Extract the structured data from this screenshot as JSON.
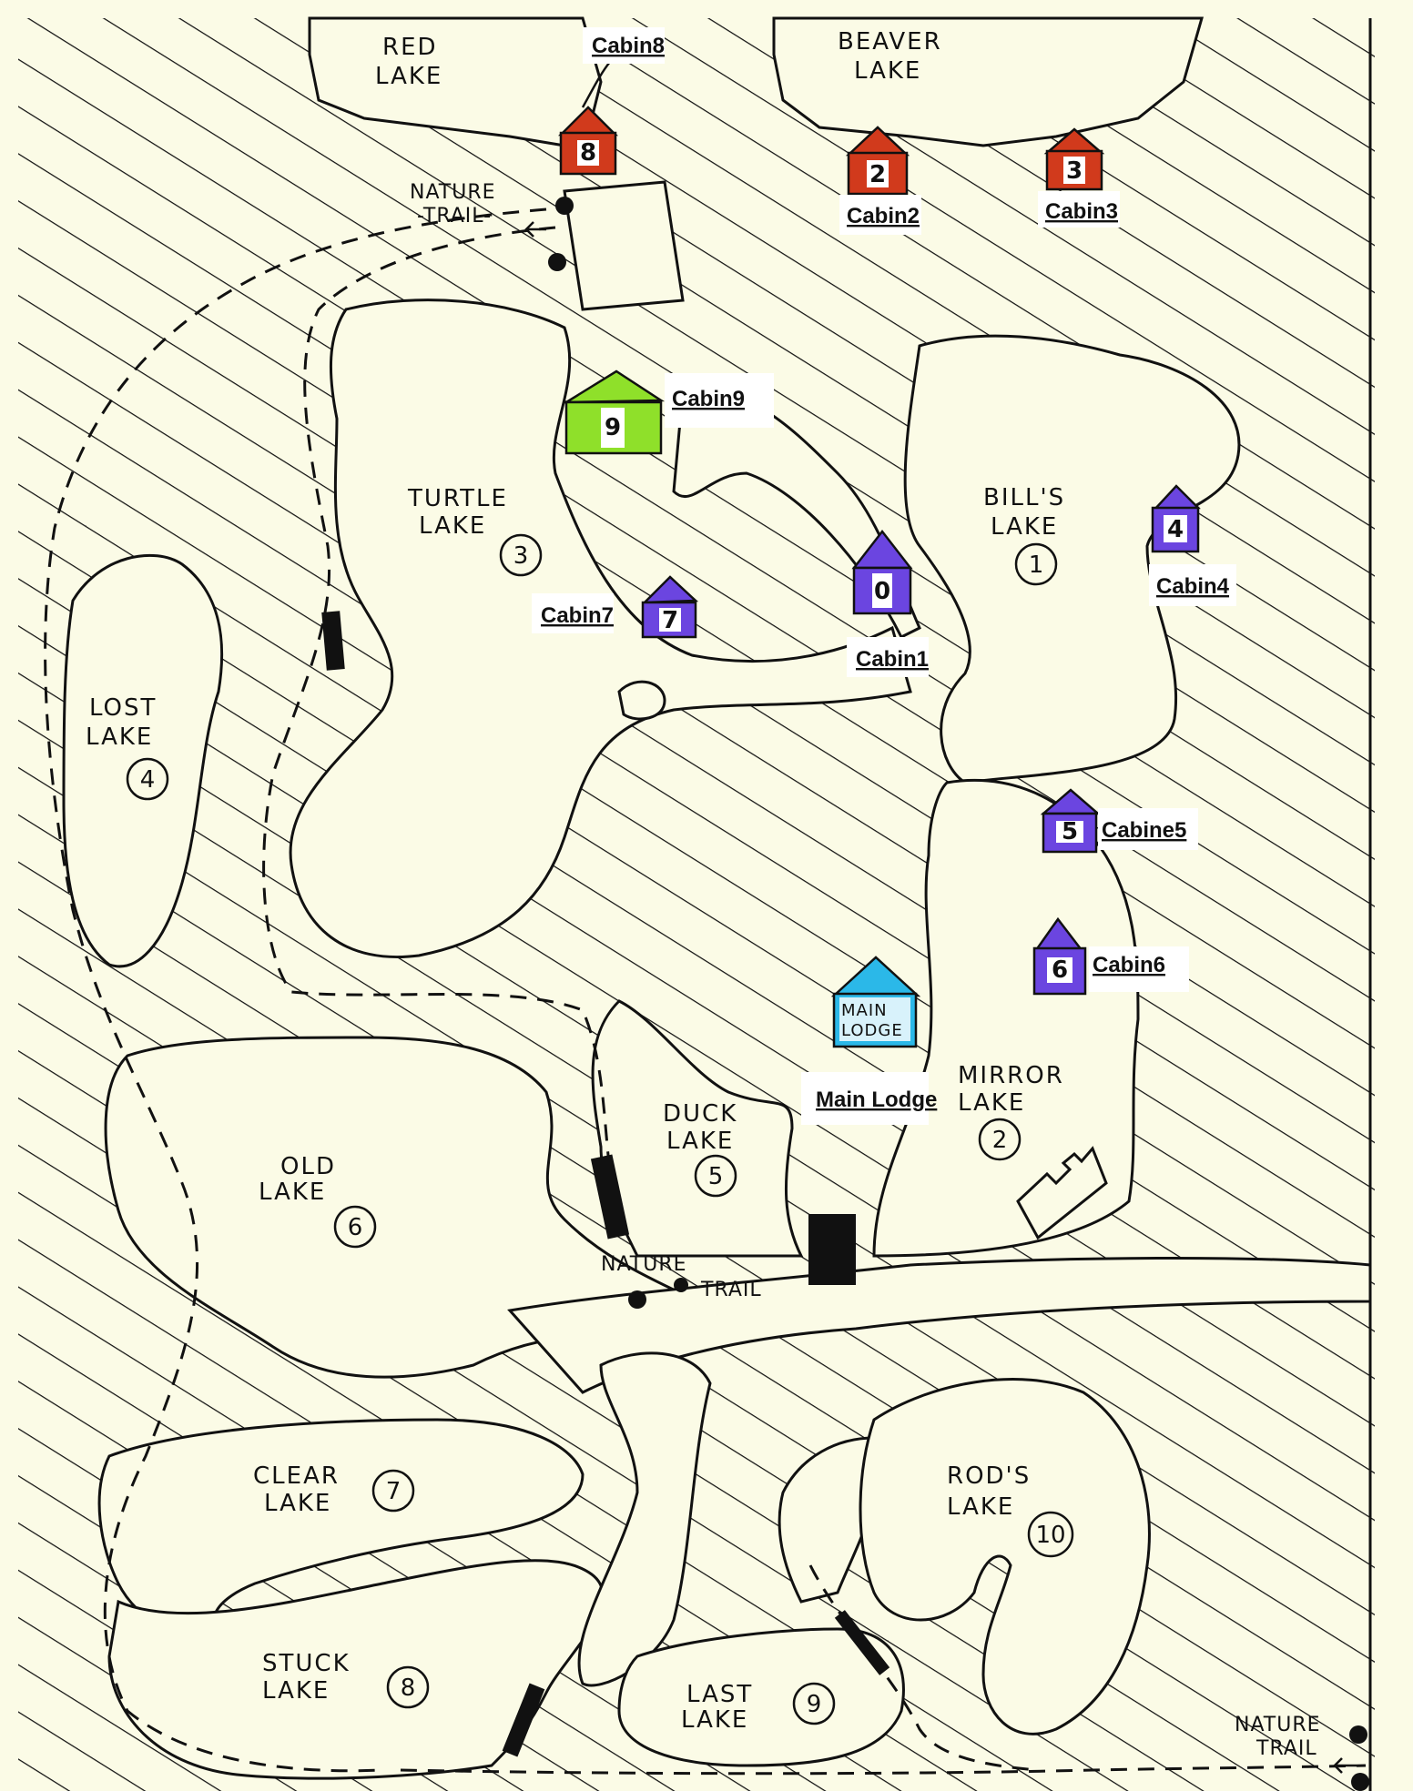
{
  "map": {
    "type": "hand-drawn campground lake map",
    "colors": {
      "background": "#fbfbe6",
      "land_hatch": "#111111",
      "cabin_red": "#d13a1c",
      "cabin_purple": "#6b45e0",
      "cabin_green": "#8fe02a",
      "cabin_lodge": "#2bb8e8",
      "label_bg": "#ffffff"
    },
    "lakes": [
      {
        "id": "red",
        "line1": "RED",
        "line2": "LAKE",
        "number": ""
      },
      {
        "id": "beaver",
        "line1": "BEAVER",
        "line2": "LAKE",
        "number": ""
      },
      {
        "id": "bills",
        "line1": "BILL'S",
        "line2": "LAKE",
        "number": "1"
      },
      {
        "id": "mirror",
        "line1": "MIRROR",
        "line2": "LAKE",
        "number": "2"
      },
      {
        "id": "turtle",
        "line1": "TURTLE",
        "line2": "LAKE",
        "number": "3"
      },
      {
        "id": "lost",
        "line1": "LOST",
        "line2": "LAKE",
        "number": "4"
      },
      {
        "id": "duck",
        "line1": "DUCK",
        "line2": "LAKE",
        "number": "5"
      },
      {
        "id": "old",
        "line1": "OLD",
        "line2": "LAKE",
        "number": "6"
      },
      {
        "id": "clear",
        "line1": "CLEAR",
        "line2": "LAKE",
        "number": "7"
      },
      {
        "id": "stuck",
        "line1": "STUCK",
        "line2": "LAKE",
        "number": "8"
      },
      {
        "id": "last",
        "line1": "LAST",
        "line2": "LAKE",
        "number": "9"
      },
      {
        "id": "rods",
        "line1": "ROD'S",
        "line2": "LAKE",
        "number": "10"
      }
    ],
    "cabins": [
      {
        "id": "cabin8",
        "label": "Cabin8",
        "icon_text": "8",
        "color": "red"
      },
      {
        "id": "cabin2",
        "label": "Cabin2",
        "icon_text": "2",
        "color": "red"
      },
      {
        "id": "cabin3",
        "label": "Cabin3",
        "icon_text": "3",
        "color": "red"
      },
      {
        "id": "cabin9",
        "label": "Cabin9",
        "icon_text": "9",
        "color": "green"
      },
      {
        "id": "cabin4",
        "label": "Cabin4",
        "icon_text": "4",
        "color": "purple"
      },
      {
        "id": "cabin7",
        "label": "Cabin7",
        "icon_text": "7",
        "color": "purple"
      },
      {
        "id": "cabin1",
        "label": "Cabin1",
        "icon_text": "0",
        "color": "purple"
      },
      {
        "id": "cabin5",
        "label": "Cabine5",
        "icon_text": "5",
        "color": "purple"
      },
      {
        "id": "cabin6",
        "label": "Cabin6",
        "icon_text": "6",
        "color": "purple"
      },
      {
        "id": "lodge",
        "label": "Main Lodge",
        "icon_line1": "MAIN",
        "icon_line2": "LODGE",
        "color": "lodge"
      }
    ],
    "nature_trails": [
      {
        "id": "north",
        "line1": "NATURE",
        "line2": "-TRAIL-"
      },
      {
        "id": "center",
        "line1": "NATURE",
        "line2": "TRAIL"
      },
      {
        "id": "southeast",
        "line1": "NATURE",
        "line2": "TRAIL"
      }
    ]
  }
}
